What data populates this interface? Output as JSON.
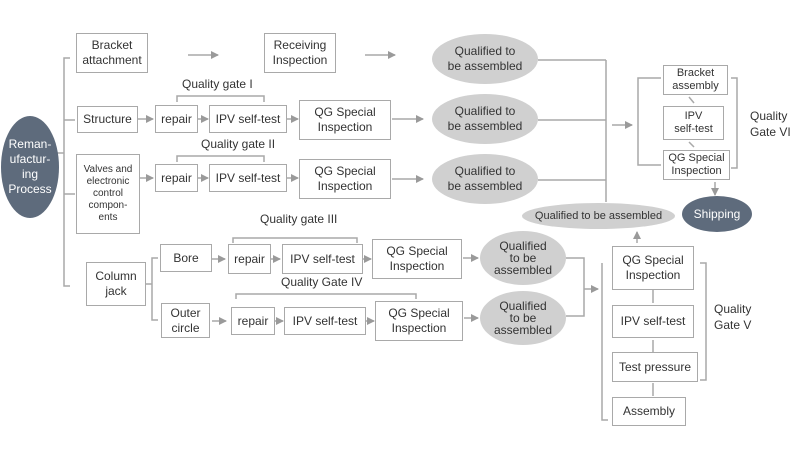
{
  "process": {
    "root": "Reman-\nufactur-\ning\nProcess",
    "top": {
      "bracket": "Bracket\nattachment",
      "receiving": "Receiving\nInspection",
      "qualified": "Qualified to\nbe assembled"
    },
    "structure": {
      "name": "Structure",
      "repair": "repair",
      "ipv": "IPV self-test",
      "qg": "QG Special\nInspection",
      "qualified": "Qualified to\nbe assembled",
      "gate": "Quality gate I"
    },
    "valves": {
      "name": "Valves and\nelectronic\ncontrol\ncompon-\nents",
      "repair": "repair",
      "ipv": "IPV self-test",
      "qg": "QG Special\nInspection",
      "qualified": "Qualified to\nbe assembled",
      "gate": "Quality gate  II"
    },
    "column": {
      "name": "Column\njack",
      "bore": {
        "name": "Bore",
        "repair": "repair",
        "ipv": "IPV self-test",
        "qg": "QG Special\nInspection",
        "qualified": "Qualified\nto be\nassembled",
        "gate": "Quality gate  III"
      },
      "outer": {
        "name": "Outer\ncircle",
        "repair": "repair",
        "ipv": "IPV self-test",
        "qg": "QG Special\nInspection",
        "qualified": "Qualified\nto be\nassembled",
        "gate": "Quality Gate IV"
      }
    },
    "gate5": {
      "label": "Quality\nGate V",
      "steps": [
        "QG Special\nInspection",
        "IPV self-test",
        "Test pressure",
        "Assembly"
      ]
    },
    "gate6": {
      "label": "Quality\nGate VI",
      "steps": [
        "Bracket\nassembly",
        "IPV\nself-test",
        "QG Special\nInspection"
      ]
    },
    "qualified_center": "Qualified to be assembled",
    "shipping": "Shipping"
  },
  "colors": {
    "line": "#a9a9a9",
    "oval": "#d0d0d0",
    "dark": "#5e6b7c"
  }
}
